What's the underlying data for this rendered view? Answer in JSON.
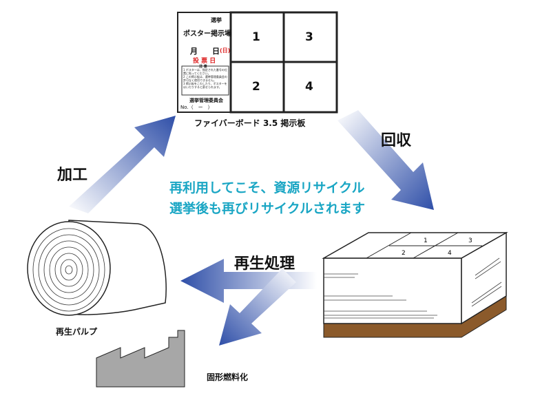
{
  "board": {
    "title_line1": "選挙",
    "title_line2": "ポスター掲示場",
    "month": "月",
    "day": "日",
    "day_suffix": "(日)",
    "vote_day": "投 票 日",
    "notes_heading": "注 意",
    "notes": [
      "1 ポスターは、指定された番号の位置に貼ってください。",
      "2 この掲示板は、選挙管理委員会の許可なく使用できません。",
      "3 掲示板をこわしたり、ポスターをはいだりすると罰せられます。"
    ],
    "committee": "選挙管理委員会",
    "number_label": "No.（　ー　）",
    "cells": [
      "1",
      "3",
      "2",
      "4"
    ],
    "caption": "ファイバーボード 3.5 掲示板"
  },
  "labels": {
    "collect": "回収",
    "process": "加工",
    "reprocess": "再生処理",
    "pulp": "再生パルプ",
    "fuel": "固形燃料化"
  },
  "slogan": {
    "line1": "再利用してこそ、資源リサイクル",
    "line2": "選挙後も再びリサイクルされます"
  },
  "colors": {
    "arrow": "#2f4fa8",
    "slogan": "#1aa6c4",
    "pallet": "#8b5a2b",
    "factory": "#a7a7a7"
  }
}
